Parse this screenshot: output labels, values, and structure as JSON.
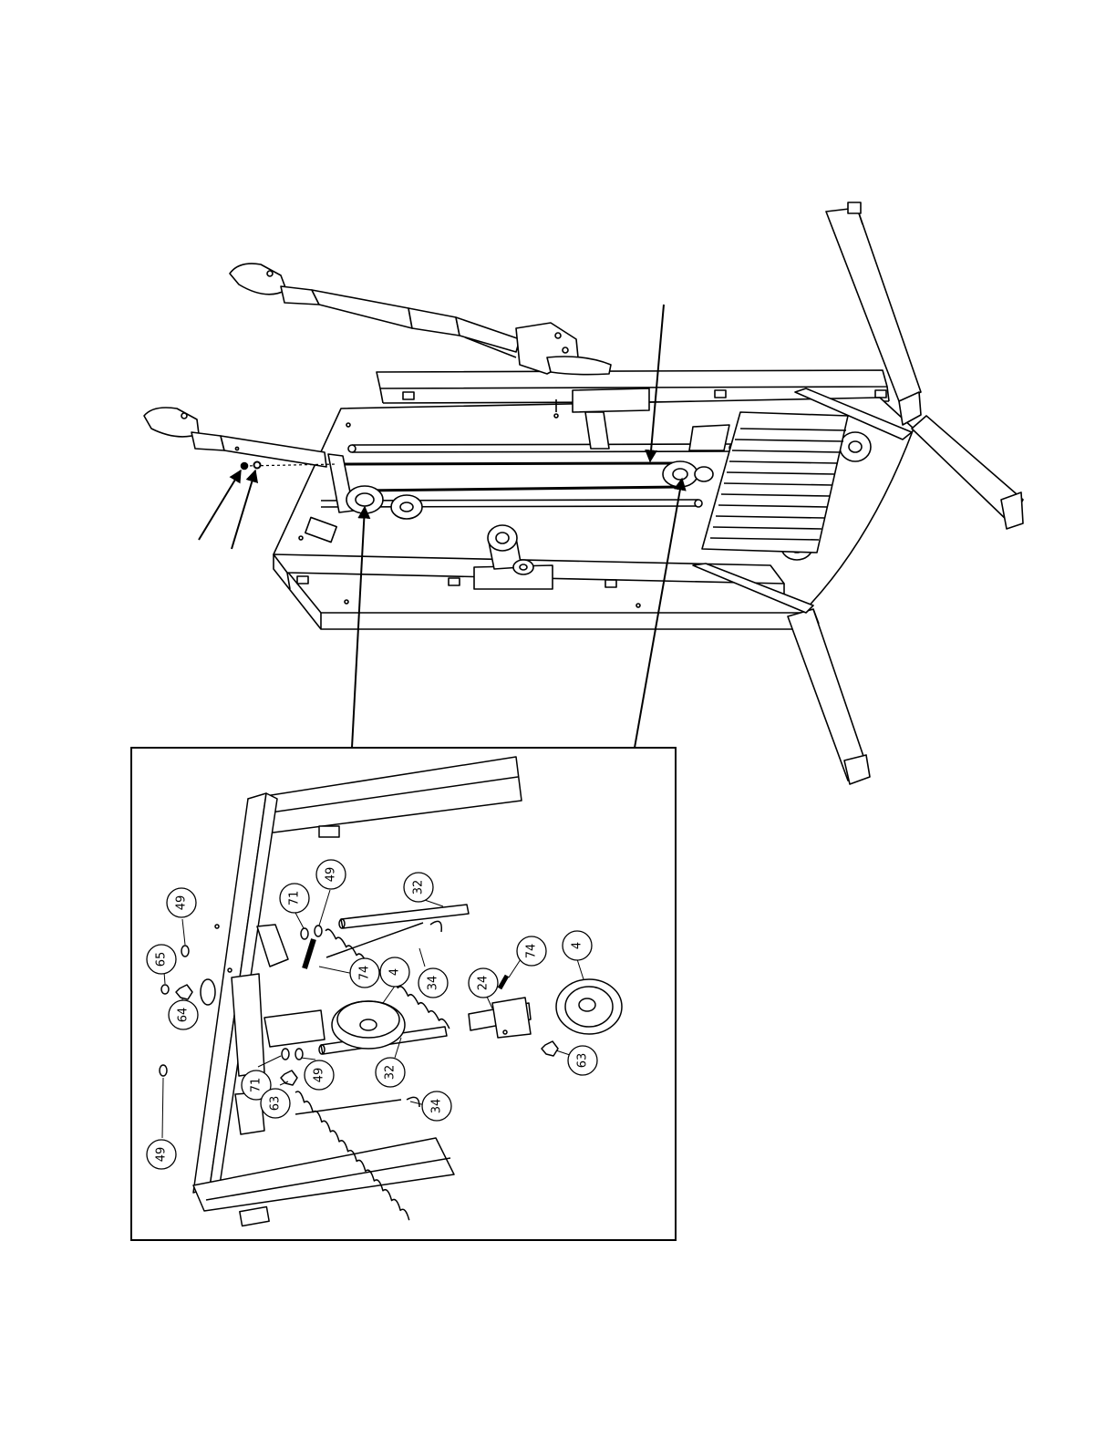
{
  "callouts": [
    "49",
    "71",
    "49",
    "32",
    "65",
    "74",
    "4",
    "74",
    "4",
    "64",
    "24",
    "63",
    "71",
    "49",
    "32",
    "63",
    "34",
    "34",
    "49"
  ],
  "colors": {
    "line": "#000000",
    "paper": "#ffffff",
    "fill_light": "#f6f6f6"
  }
}
